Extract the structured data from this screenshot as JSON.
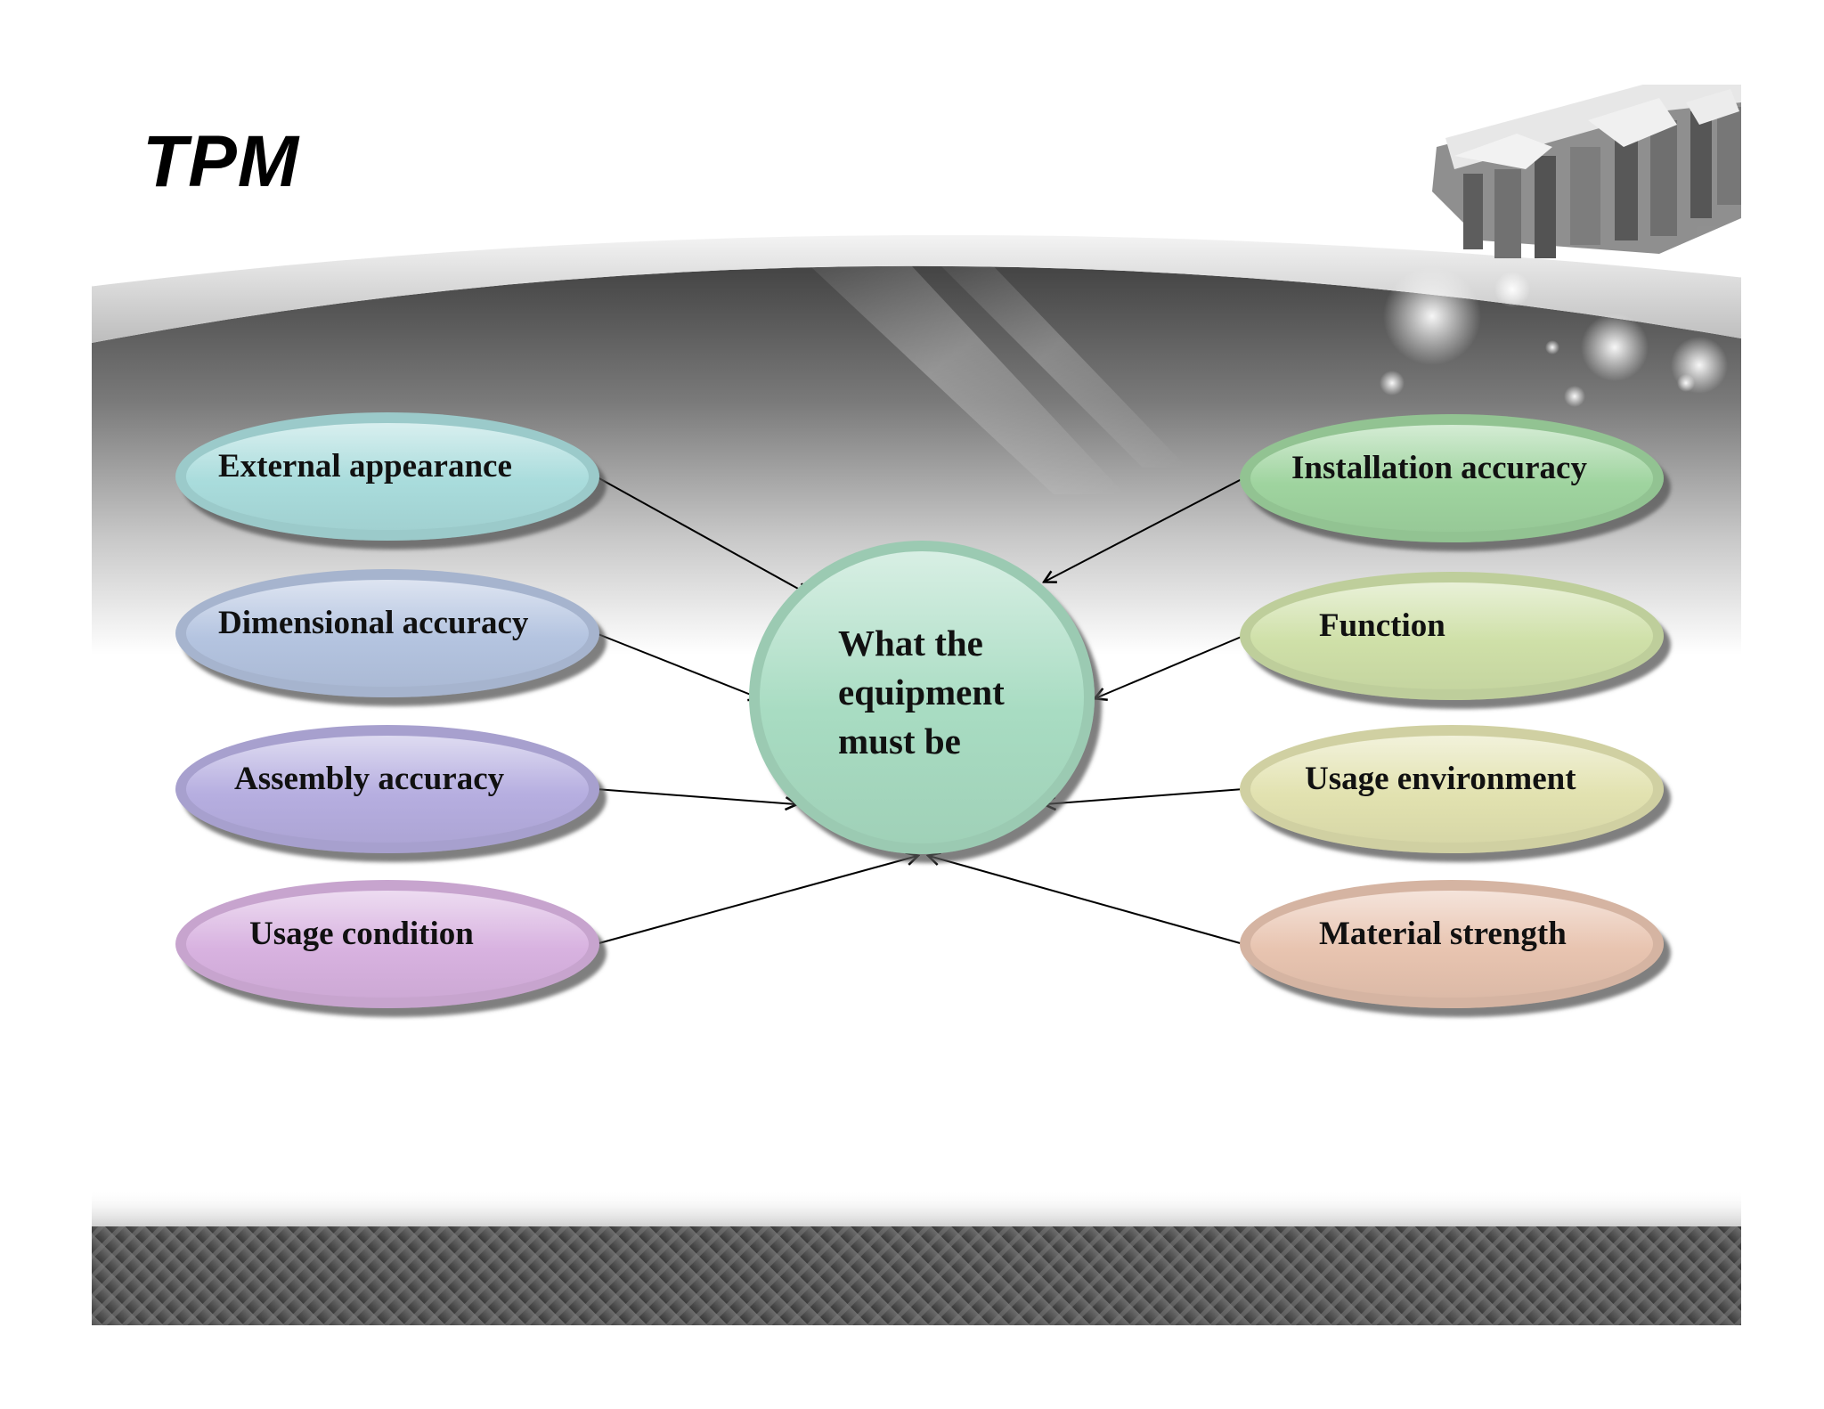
{
  "title": "TPM",
  "center": {
    "lines": [
      "What the",
      "equipment",
      "must be"
    ],
    "color": "#a8dcc2"
  },
  "left_nodes": [
    {
      "label": "External appearance",
      "color": "#a9dcdc"
    },
    {
      "label": "Dimensional accuracy",
      "color": "#b4c4e0"
    },
    {
      "label": "Assembly accuracy",
      "color": "#b6aee0"
    },
    {
      "label": "Usage condition",
      "color": "#d8b2e0"
    }
  ],
  "right_nodes": [
    {
      "label": "Installation accuracy",
      "color": "#9fd49f"
    },
    {
      "label": "Function",
      "color": "#cfe0a8"
    },
    {
      "label": "Usage environment",
      "color": "#e2e2b0"
    },
    {
      "label": "Material strength",
      "color": "#e8c4b0"
    }
  ]
}
